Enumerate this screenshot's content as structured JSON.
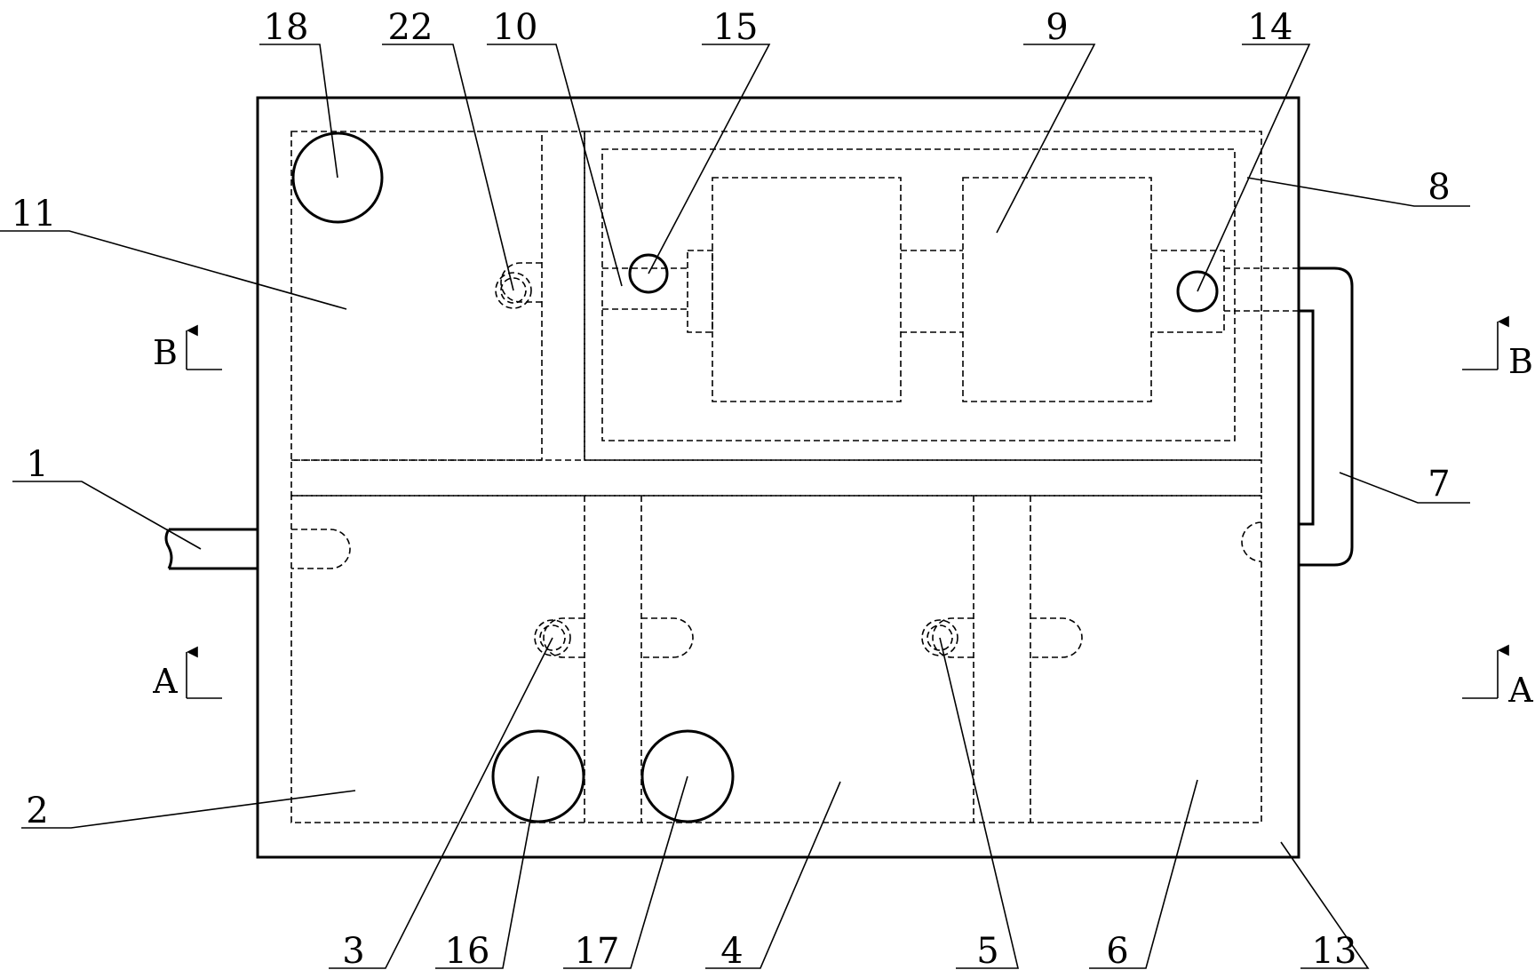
{
  "labels": {
    "n1": "1",
    "n2": "2",
    "n3": "3",
    "n4": "4",
    "n5": "5",
    "n6": "6",
    "n7": "7",
    "n8": "8",
    "n9": "9",
    "n10": "10",
    "n11": "11",
    "n13": "13",
    "n14": "14",
    "n15": "15",
    "n16": "16",
    "n17": "17",
    "n18": "18",
    "n22": "22"
  },
  "sections": {
    "b_left": "B",
    "b_right": "B",
    "a_left": "A",
    "a_right": "A"
  }
}
